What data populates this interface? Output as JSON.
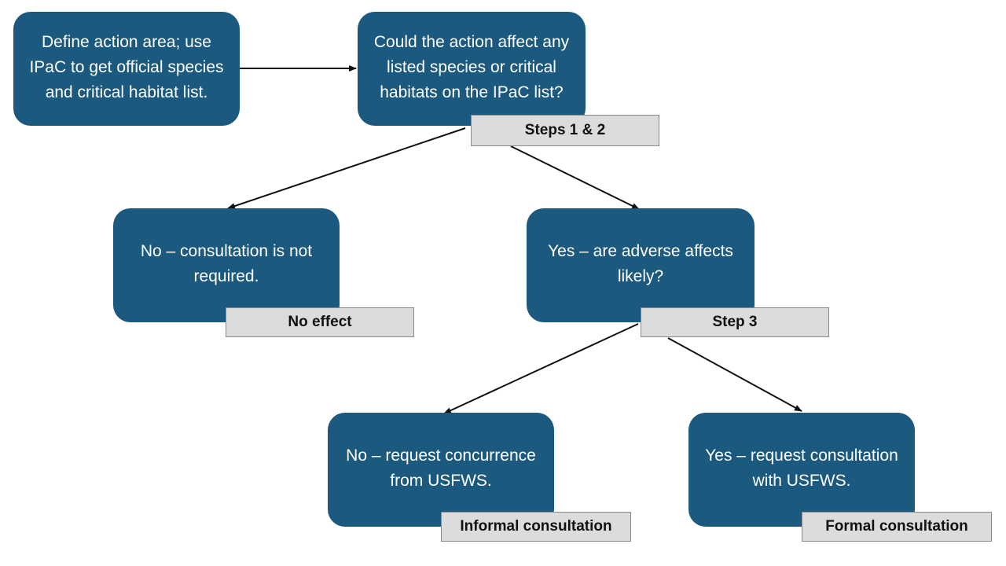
{
  "colors": {
    "node_fill": "#1b5a7e",
    "node_text": "#ffffff",
    "tag_fill": "#dcdcdc",
    "tag_border": "#8a8a8a",
    "arrow": "#111111"
  },
  "nodes": {
    "define_area": "Define action area; use IPaC to get official species and critical habitat list.",
    "could_affect": "Could the action affect any listed species or critical habitats on the IPaC list?",
    "no_consultation": "No – consultation is not required.",
    "adverse_likely": "Yes – are adverse affects likely?",
    "request_concurrence": "No – request concurrence from USFWS.",
    "request_consultation": "Yes – request consultation with USFWS."
  },
  "tags": {
    "steps_1_2": "Steps 1 & 2",
    "no_effect": "No effect",
    "step_3": "Step 3",
    "informal": "Informal consultation",
    "formal": "Formal consultation"
  }
}
